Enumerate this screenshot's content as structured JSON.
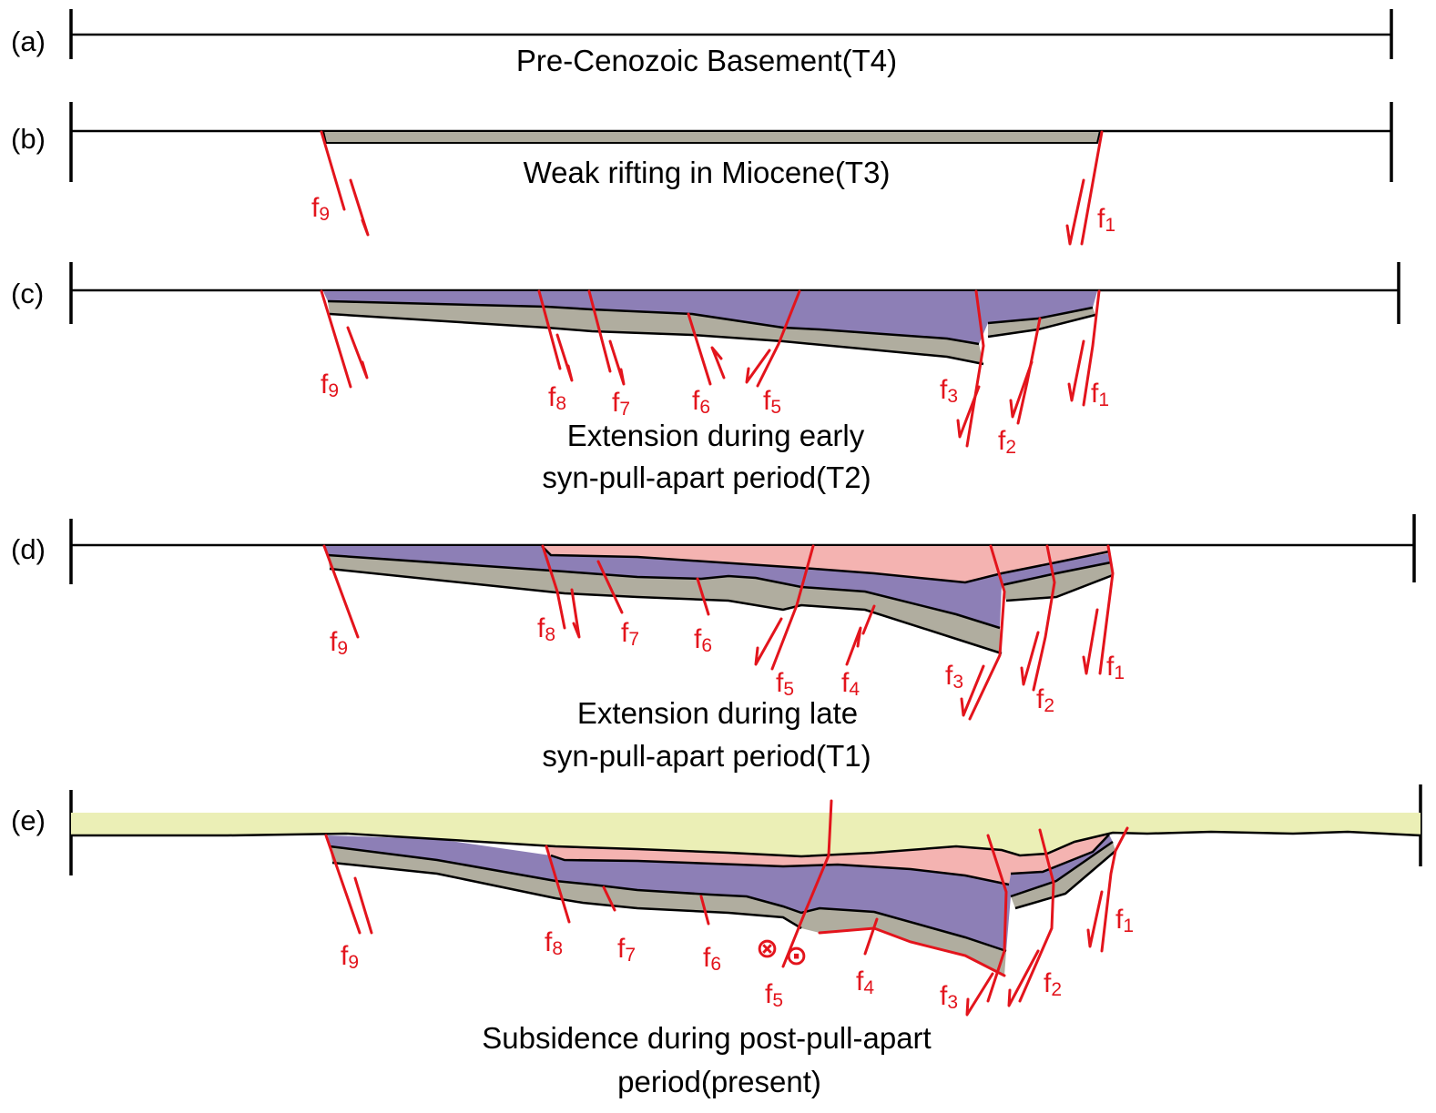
{
  "colors": {
    "fault": "#e3141c",
    "miocene": "#b0ad9f",
    "early_syn": "#8d7fb6",
    "late_syn": "#f4b3b1",
    "post": "#ebefb6",
    "line": "#000000"
  },
  "panels": [
    {
      "id": "a",
      "label": "(a)",
      "caption": [
        "Pre-Cenozoic Basement(T4)"
      ]
    },
    {
      "id": "b",
      "label": "(b)",
      "caption": [
        "Weak rifting in Miocene(T3)"
      ]
    },
    {
      "id": "c",
      "label": "(c)",
      "caption": [
        "Extension during early",
        "syn-pull-apart period(T2)"
      ]
    },
    {
      "id": "d",
      "label": "(d)",
      "caption": [
        "Extension during late",
        "syn-pull-apart period(T1)"
      ]
    },
    {
      "id": "e",
      "label": "(e)",
      "caption": [
        "Subsidence during post-pull-apart",
        "period(present)"
      ]
    }
  ],
  "fault_labels": {
    "b": [
      {
        "f": "f",
        "n": "9"
      },
      {
        "f": "f",
        "n": "1"
      }
    ],
    "c": [
      {
        "f": "f",
        "n": "9"
      },
      {
        "f": "f",
        "n": "8"
      },
      {
        "f": "f",
        "n": "7"
      },
      {
        "f": "f",
        "n": "6"
      },
      {
        "f": "f",
        "n": "5"
      },
      {
        "f": "f",
        "n": "3"
      },
      {
        "f": "f",
        "n": "2"
      },
      {
        "f": "f",
        "n": "1"
      }
    ],
    "d": [
      {
        "f": "f",
        "n": "9"
      },
      {
        "f": "f",
        "n": "8"
      },
      {
        "f": "f",
        "n": "7"
      },
      {
        "f": "f",
        "n": "6"
      },
      {
        "f": "f",
        "n": "5"
      },
      {
        "f": "f",
        "n": "4"
      },
      {
        "f": "f",
        "n": "3"
      },
      {
        "f": "f",
        "n": "2"
      },
      {
        "f": "f",
        "n": "1"
      }
    ],
    "e": [
      {
        "f": "f",
        "n": "9"
      },
      {
        "f": "f",
        "n": "8"
      },
      {
        "f": "f",
        "n": "7"
      },
      {
        "f": "f",
        "n": "6"
      },
      {
        "f": "f",
        "n": "5"
      },
      {
        "f": "f",
        "n": "4"
      },
      {
        "f": "f",
        "n": "3"
      },
      {
        "f": "f",
        "n": "2"
      },
      {
        "f": "f",
        "n": "1"
      }
    ]
  },
  "symbols": {
    "strike_slip_away": "⊗",
    "strike_slip_toward": "⊙"
  }
}
